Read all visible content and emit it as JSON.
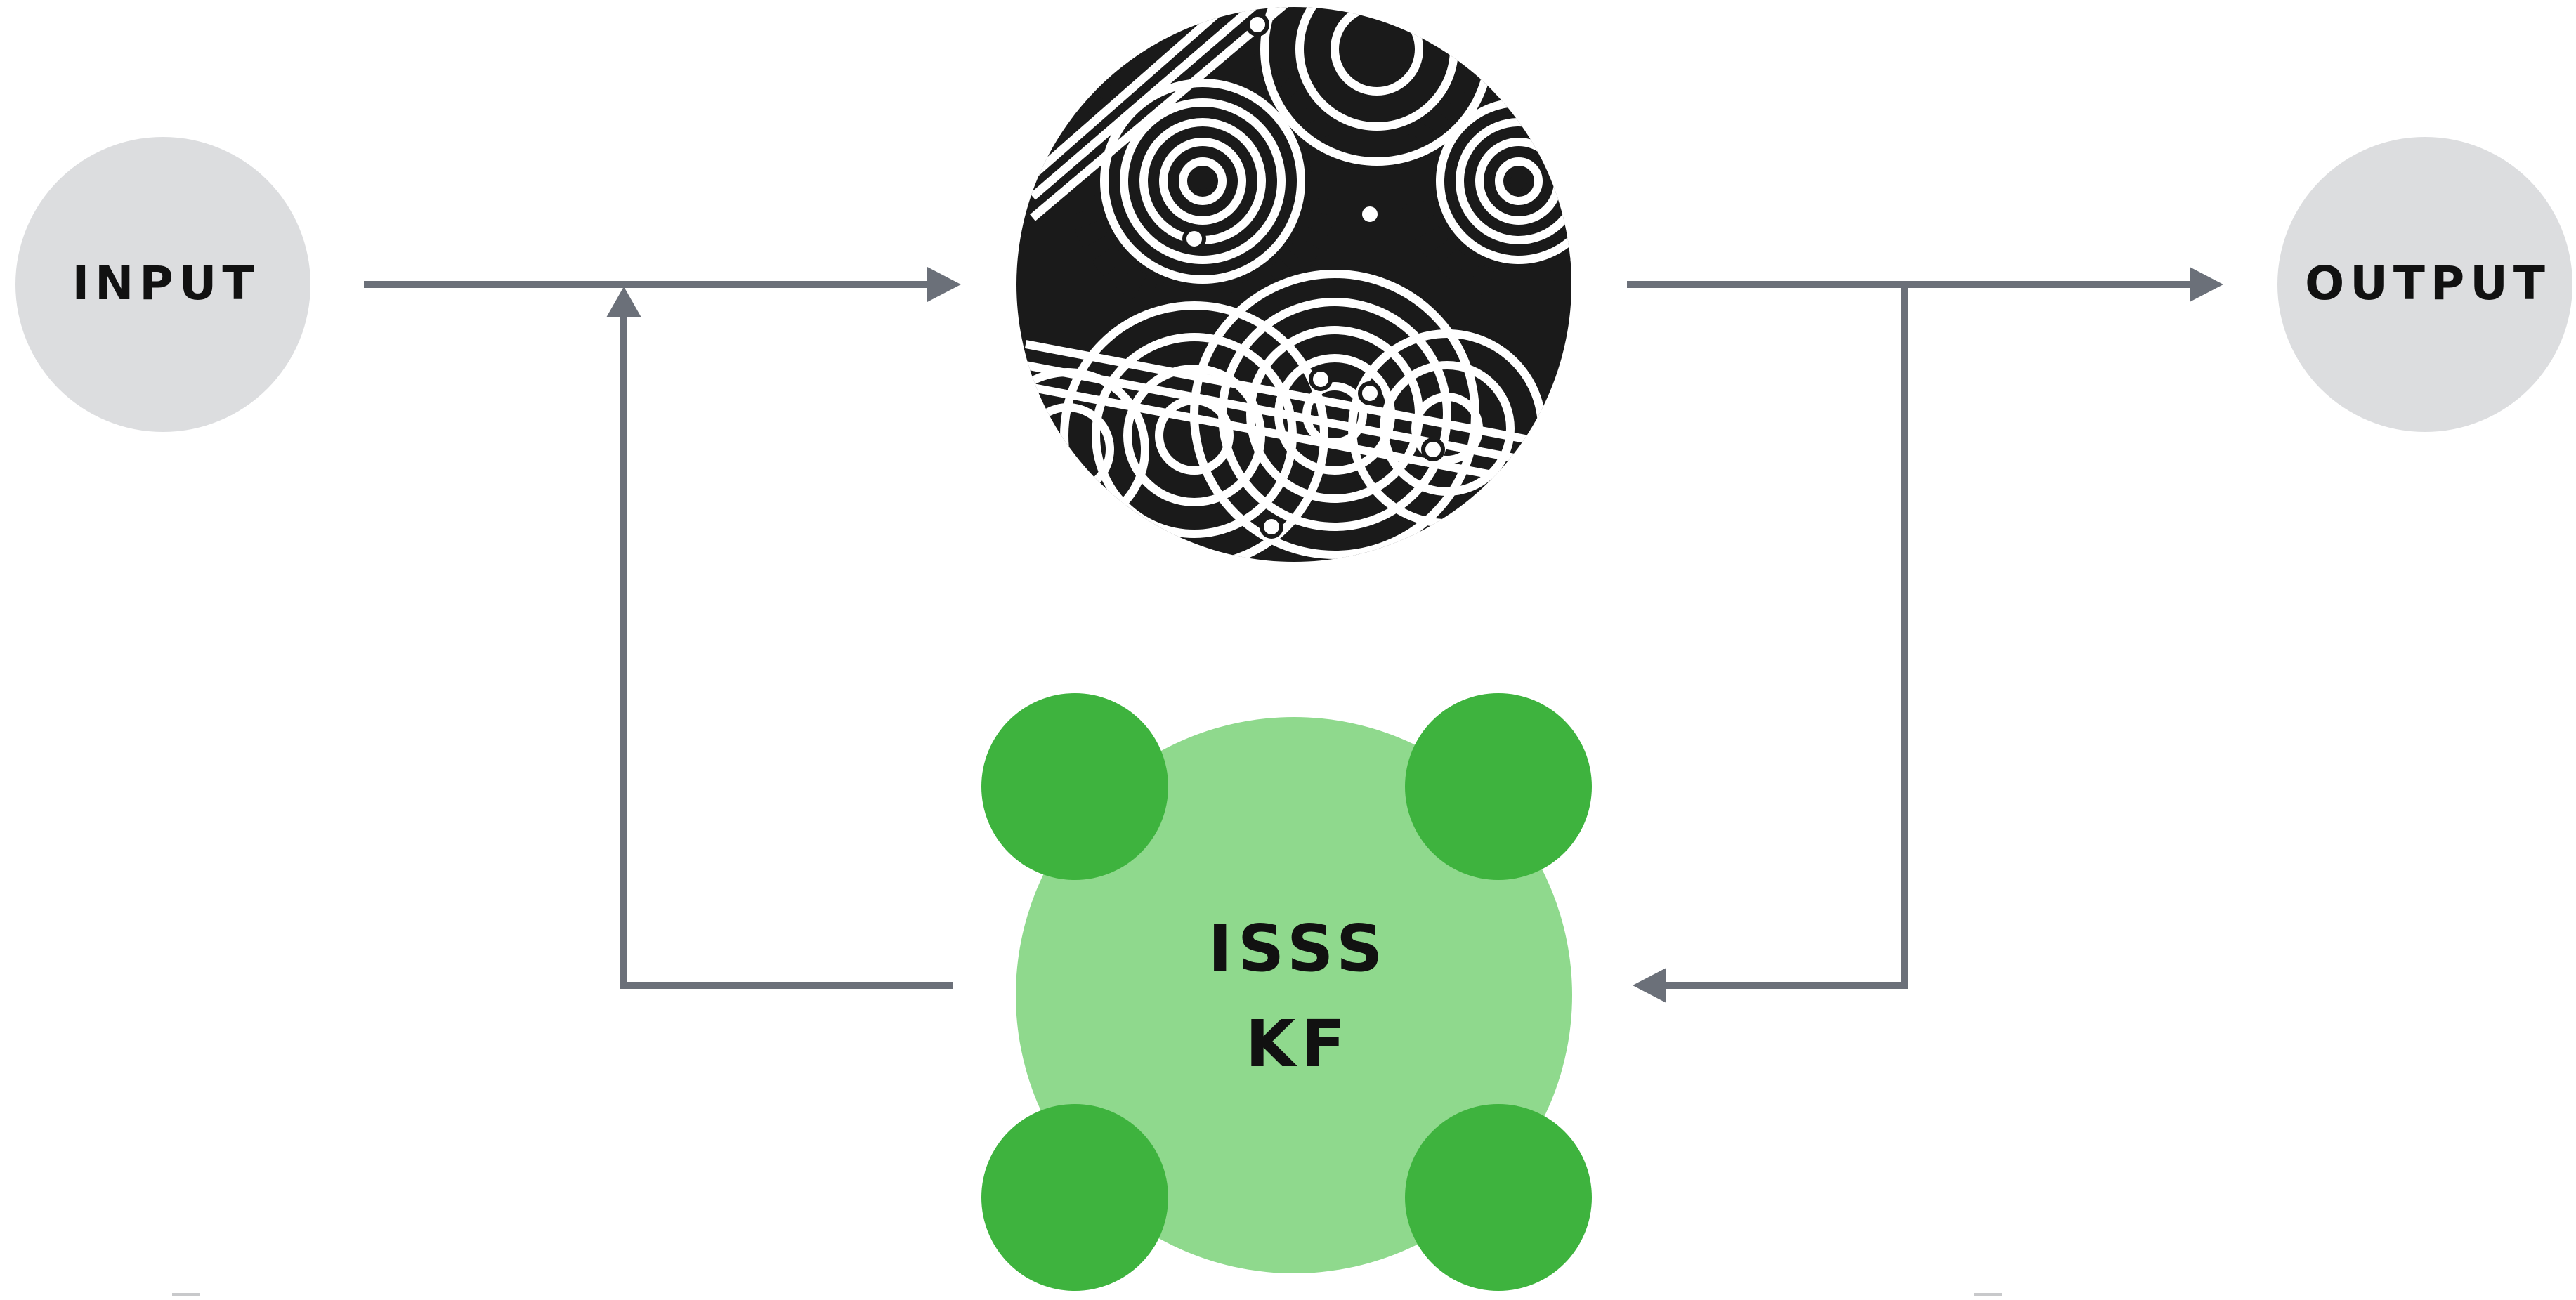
{
  "nodes": {
    "input": {
      "label": "INPUT"
    },
    "output": {
      "label": "OUTPUT"
    },
    "filter": {
      "line1": "ISSS",
      "line2": "KF"
    }
  },
  "colors": {
    "io_circle": "#dcdddf",
    "connector": "#6b7079",
    "filter_body": "#8fd98d",
    "filter_lobe": "#3eb33e",
    "system_ink": "#1a1a1a",
    "tick_mark": "#c8c9cb"
  },
  "icons": {
    "system": "swirling-gears-machine-icon"
  }
}
